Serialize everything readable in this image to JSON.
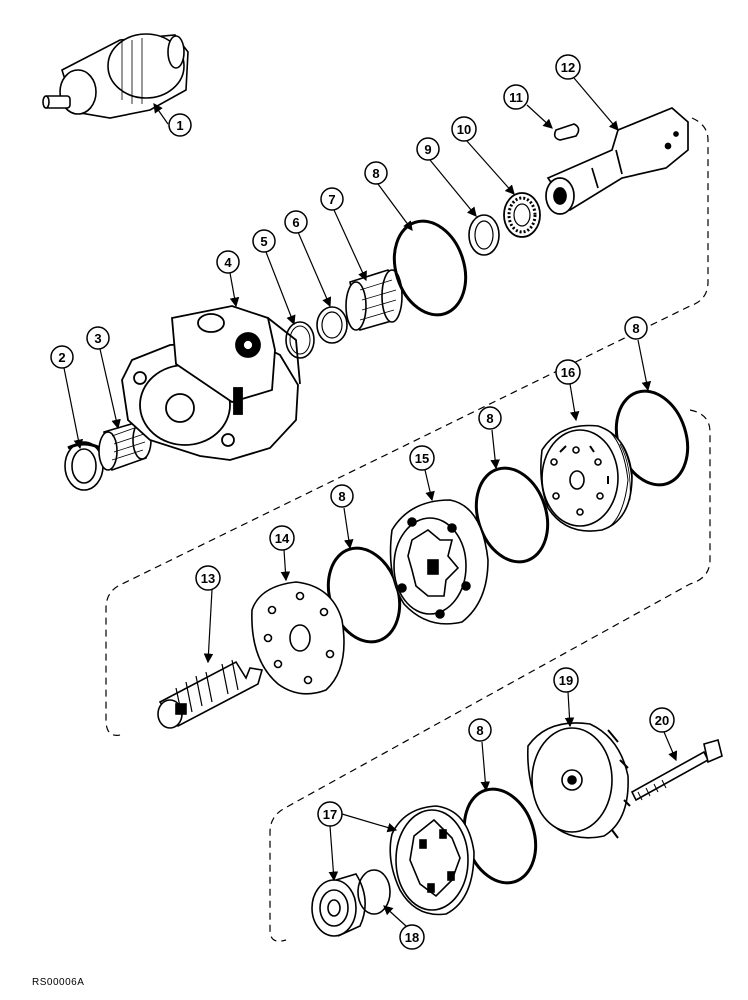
{
  "diagram": {
    "callouts": [
      "1",
      "2",
      "3",
      "4",
      "5",
      "6",
      "7",
      "8",
      "9",
      "10",
      "11",
      "12",
      "13",
      "14",
      "15",
      "16",
      "8",
      "8",
      "8",
      "8",
      "17",
      "18",
      "19",
      "20"
    ],
    "drawing_code": "RS00006A"
  }
}
